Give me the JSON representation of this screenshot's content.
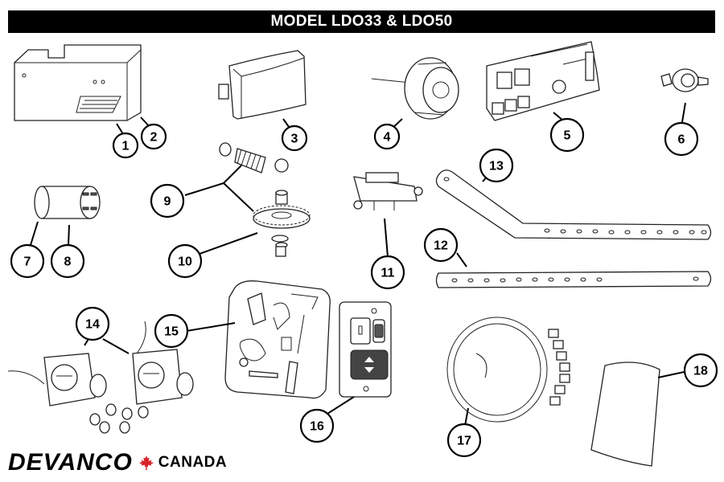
{
  "title": "MODEL LDO33 & LDO50",
  "logo": {
    "brand": "DEVANCO",
    "country": "CANADA",
    "leaf_color": "#d8232a"
  },
  "callouts": [
    "1",
    "2",
    "3",
    "4",
    "5",
    "6",
    "7",
    "8",
    "9",
    "10",
    "11",
    "12",
    "13",
    "14",
    "15",
    "16",
    "17",
    "18"
  ]
}
